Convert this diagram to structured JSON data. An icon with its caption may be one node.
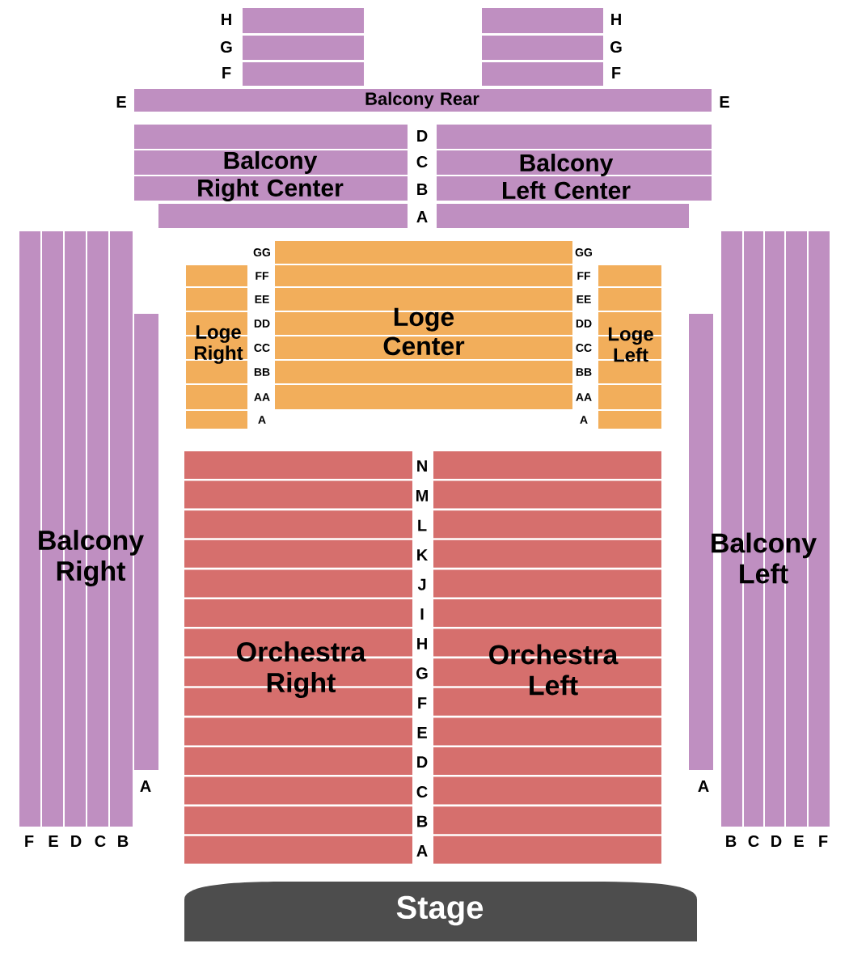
{
  "diagram": {
    "nodes": [
      {
        "text": [],
        "shape": "box"
      },
      {
        "text": [],
        "shape": "box"
      },
      {
        "text": [
          "Balcony Rear"
        ]
      },
      {
        "text": [
          "Balcony Right Center"
        ]
      },
      {
        "text": [
          "Balcony Left Center"
        ]
      },
      {
        "text": [
          "Loge Right"
        ]
      },
      {
        "text": [
          "Loge Center"
        ]
      },
      {
        "text": [
          "Loge Left"
        ]
      },
      {
        "text": [
          "Balcony Right"
        ]
      },
      {
        "text": [
          "Orchestra Right"
        ]
      },
      {
        "text": [
          "Orchestra Left"
        ]
      },
      {
        "text": [
          "Balcony Left"
        ]
      },
      {
        "text": [
          "Stage"
        ]
      }
    ],
    "labels": [
      "H",
      "H",
      "G",
      "G",
      "F",
      "F",
      "E",
      "E",
      "D",
      "C",
      "B",
      "A",
      "GG",
      "GG",
      "FF",
      "FF",
      "EE",
      "EE",
      "DD",
      "DD",
      "CC",
      "CC",
      "BB",
      "BB",
      "AA",
      "AA",
      "A",
      "A",
      "N",
      "M",
      "L",
      "K",
      "J",
      "I",
      "H",
      "G",
      "F",
      "E",
      "D",
      "C",
      "B",
      "A",
      "A",
      "A",
      "F",
      "E",
      "D",
      "C",
      "B",
      "B",
      "C",
      "D",
      "E",
      "F"
    ]
  }
}
